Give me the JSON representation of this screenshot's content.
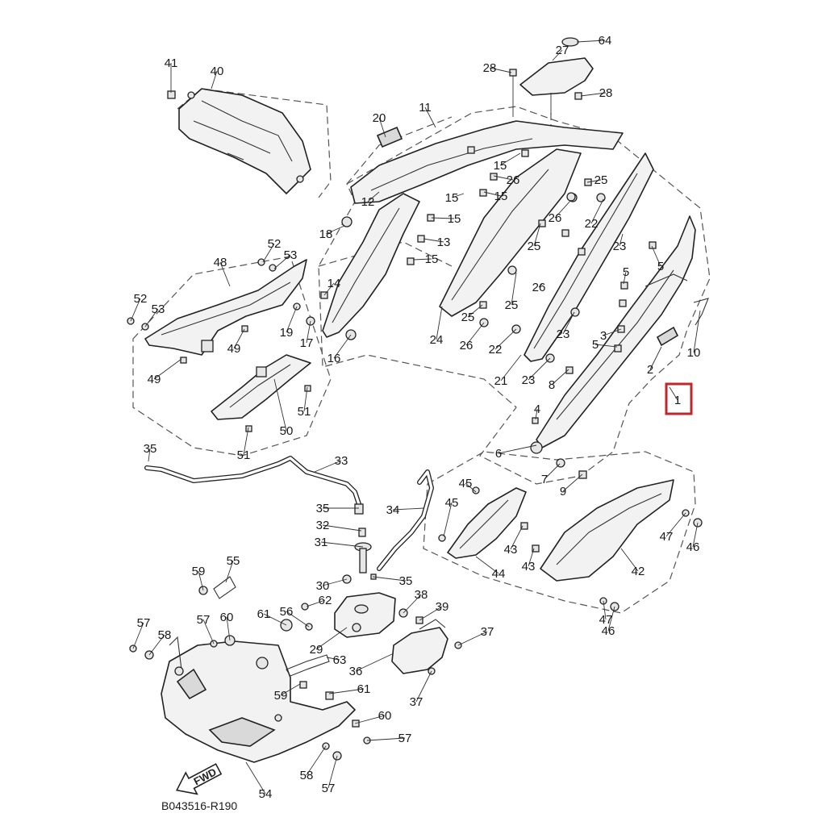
{
  "diagram": {
    "drawing_code": "B043516-R190",
    "direction_label": "FWD",
    "highlight_color": "#c0272d",
    "highlighted_callout": "1",
    "callouts": [
      "64",
      "27",
      "28",
      "28",
      "41",
      "40",
      "20",
      "11",
      "15",
      "15",
      "26",
      "15",
      "25",
      "12",
      "15",
      "26",
      "25",
      "13",
      "22",
      "18",
      "15",
      "52",
      "53",
      "48",
      "25",
      "23",
      "5",
      "14",
      "26",
      "5",
      "52",
      "53",
      "19",
      "17",
      "16",
      "25",
      "24",
      "26",
      "22",
      "23",
      "3",
      "10",
      "49",
      "49",
      "21",
      "23",
      "8",
      "5",
      "2",
      "51",
      "50",
      "1",
      "4",
      "6",
      "7",
      "9",
      "35",
      "33",
      "51",
      "45",
      "35",
      "34",
      "32",
      "45",
      "43",
      "47",
      "46",
      "31",
      "44",
      "43",
      "42",
      "59",
      "55",
      "35",
      "30",
      "38",
      "62",
      "39",
      "61",
      "56",
      "37",
      "57",
      "58",
      "57",
      "60",
      "29",
      "63",
      "47",
      "46",
      "36",
      "61",
      "59",
      "37",
      "60",
      "57",
      "58",
      "57",
      "54"
    ]
  }
}
